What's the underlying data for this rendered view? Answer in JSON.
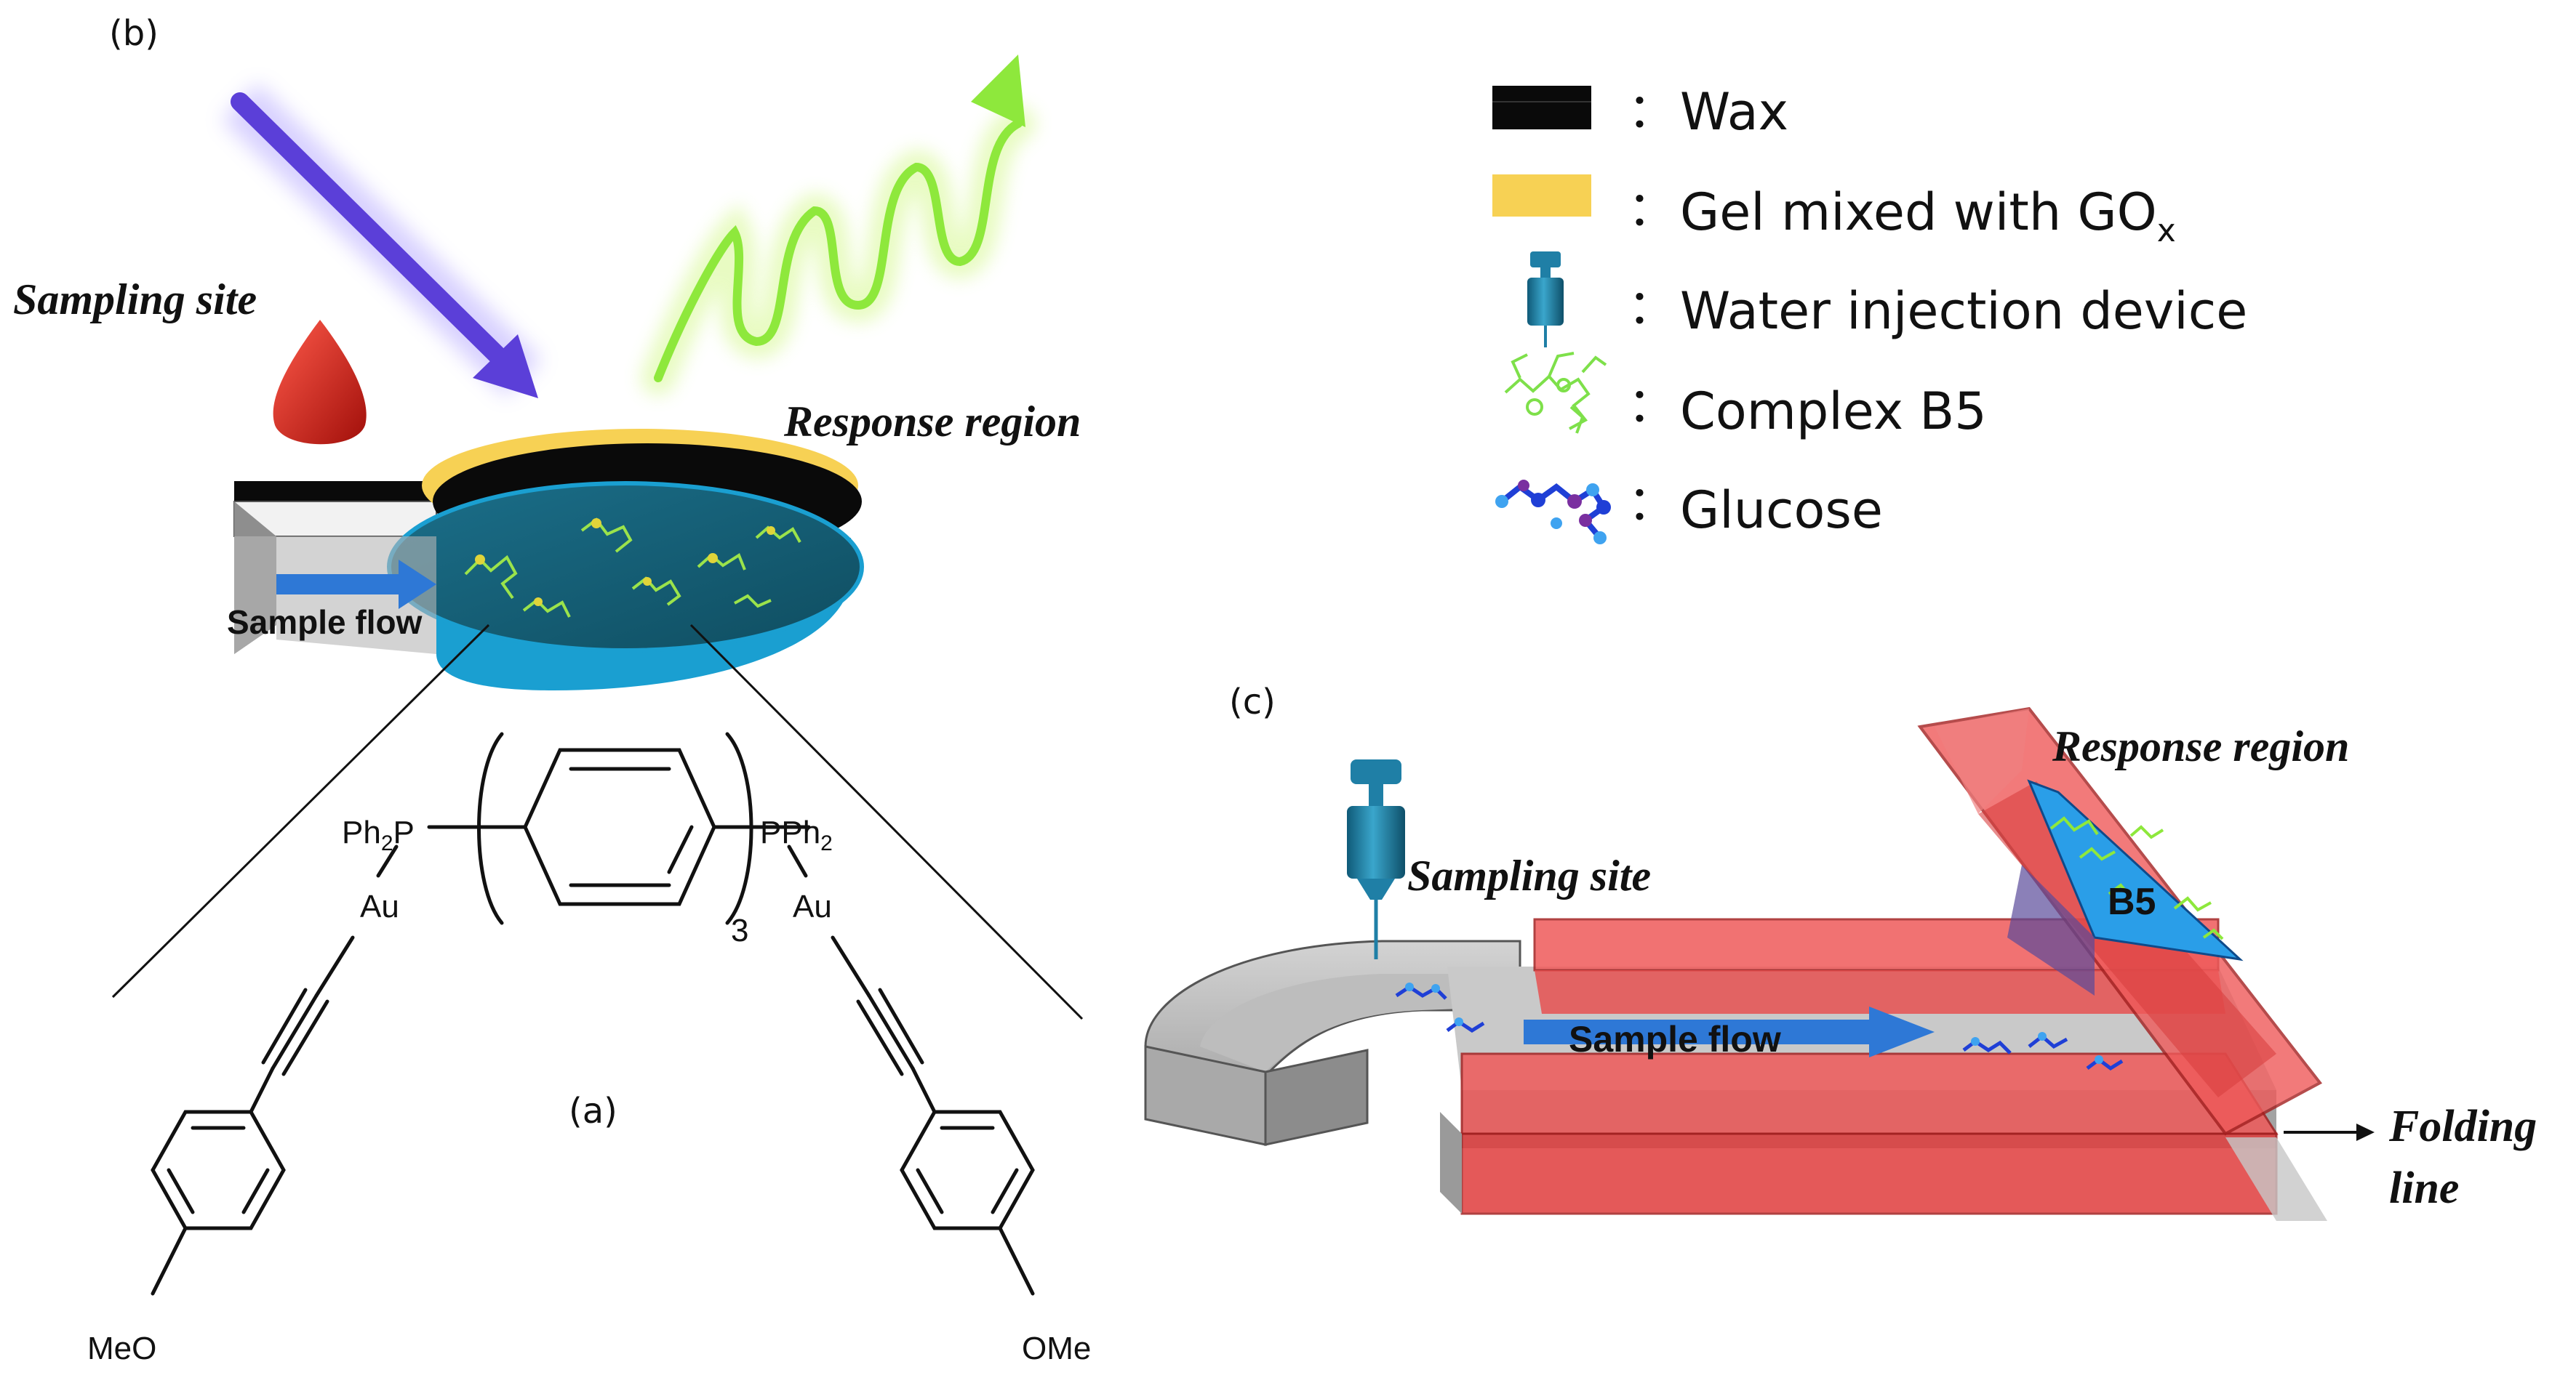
{
  "panels": {
    "b": "(b)",
    "a": "(a)",
    "c": "(c)"
  },
  "legend": {
    "sep": "：",
    "wax": "Wax",
    "gel_prefix": "Gel mixed with GO",
    "gel_sub": "x",
    "water": "Water injection device",
    "complex": "Complex B5",
    "glucose": "Glucose"
  },
  "panel_b": {
    "sampling_site": "Sampling site",
    "response_region": "Response region",
    "sample_flow": "Sample flow"
  },
  "panel_c": {
    "sampling_site": "Sampling site",
    "response_region": "Response region",
    "sample_flow": "Sample flow",
    "b5": "B5",
    "folding_line_1": "Folding",
    "folding_line_2": "line"
  },
  "molecule": {
    "ph2p_left": "Ph",
    "ph2p_left_sub": "2",
    "ph2p_left_tail": "P",
    "pph2_right": "PPh",
    "pph2_right_sub": "2",
    "au_left": "Au",
    "au_right": "Au",
    "repeat": "3",
    "meo": "MeO",
    "ome": "OMe"
  },
  "colors": {
    "wax": "#0a0a0a",
    "gel": "#f7d154",
    "device": "#1f7fa6",
    "complex": "#7ee04a",
    "glucose": "#1f3fd6",
    "channel": "#ef5a5a",
    "blood": "#d9241a",
    "excitation": "#6a4ae0",
    "emission": "#8ee83c"
  }
}
